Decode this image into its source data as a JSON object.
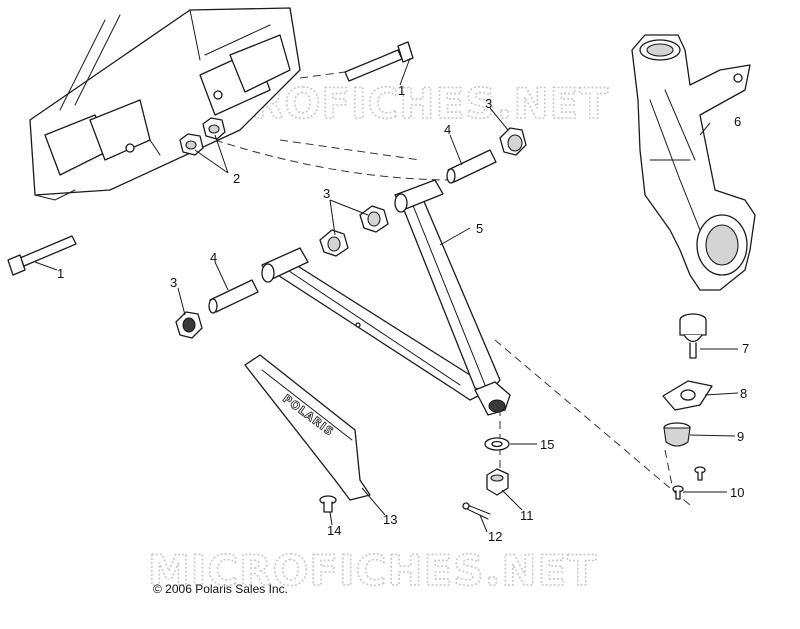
{
  "watermark": "MICROFICHES.NET",
  "copyright": "© 2006 Polaris Sales Inc.",
  "logo": "POLARIS",
  "callouts": [
    {
      "id": "bolt-right",
      "label": "1"
    },
    {
      "id": "bolt-left",
      "label": "1"
    },
    {
      "id": "nuts",
      "label": "2"
    },
    {
      "id": "bushing-upper",
      "label": "3"
    },
    {
      "id": "bushing-middle",
      "label": "3"
    },
    {
      "id": "bushing-lower",
      "label": "3"
    },
    {
      "id": "sleeve-upper",
      "label": "4"
    },
    {
      "id": "sleeve-lower",
      "label": "4"
    },
    {
      "id": "a-arm",
      "label": "5"
    },
    {
      "id": "knuckle",
      "label": "6"
    },
    {
      "id": "ball-joint",
      "label": "7"
    },
    {
      "id": "plate",
      "label": "8"
    },
    {
      "id": "boot",
      "label": "9"
    },
    {
      "id": "screws",
      "label": "10"
    },
    {
      "id": "castle-nut",
      "label": "11"
    },
    {
      "id": "cotter-pin",
      "label": "12"
    },
    {
      "id": "skid-guard",
      "label": "13"
    },
    {
      "id": "guard-screw",
      "label": "14"
    },
    {
      "id": "washer",
      "label": "15"
    }
  ]
}
